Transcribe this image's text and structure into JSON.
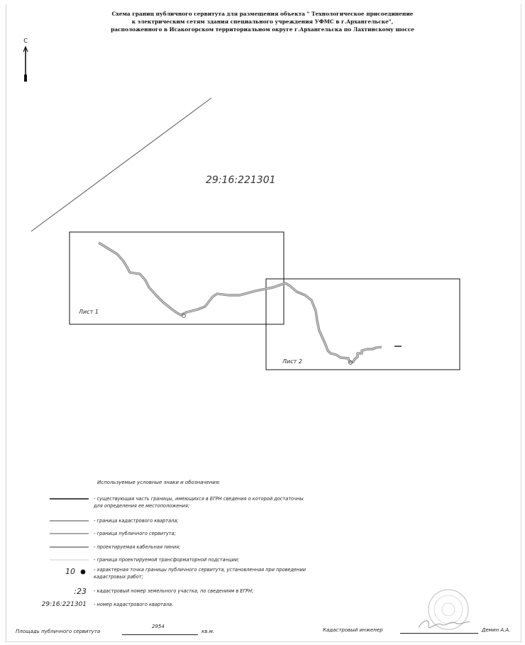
{
  "title": {
    "line1": "Схема границ публичного сервитута для размещения объекта \" Технологическое присоединение",
    "line2": "к электрическим сетям здания специального учреждения УФМС в г.Архангельске\",",
    "line3": "расположенного в Исакогорском территориальном округе г.Архангельска по Лахтинскому шоссе"
  },
  "north_label": "С",
  "cadastral_quarter": "29:16:221301",
  "sheets": {
    "sheet1": "Лист 1",
    "sheet2": "Лист 2"
  },
  "legend": {
    "title": "Используемые условные знаки и обозначения:",
    "items": [
      {
        "text_line1": "- существующая часть границы, имеющихся в ЕГРН сведения о которой достаточны",
        "text_line2": "для определения ее местоположения;"
      },
      {
        "text": "- граница кадастрового квартала;"
      },
      {
        "text": "- граница публичного сервитута;"
      },
      {
        "text": "- проектируемая кабельная линия;"
      },
      {
        "text": "- граница проектируемой трансформаторной подстанции;"
      },
      {
        "label": "10",
        "text_line1": "- характерная точка границы публичного сервитута, установленная при проведении",
        "text_line2": "кадастровых работ;"
      },
      {
        "label": ":23",
        "text": "- кадастровый номер земельного участка, по сведениям в ЕГРН;"
      },
      {
        "label": "29:16:221301",
        "text": "- номер кадастрового квартала."
      }
    ]
  },
  "footer": {
    "area_label": "Площадь публичного сервитута",
    "area_value": "2954",
    "area_unit": "кв.м.",
    "engineer_label": "Кадастровый инженер",
    "engineer_name": "Демин А.А."
  },
  "colors": {
    "ink": "#222222",
    "line_gray": "#666666",
    "cable": "#999999"
  }
}
